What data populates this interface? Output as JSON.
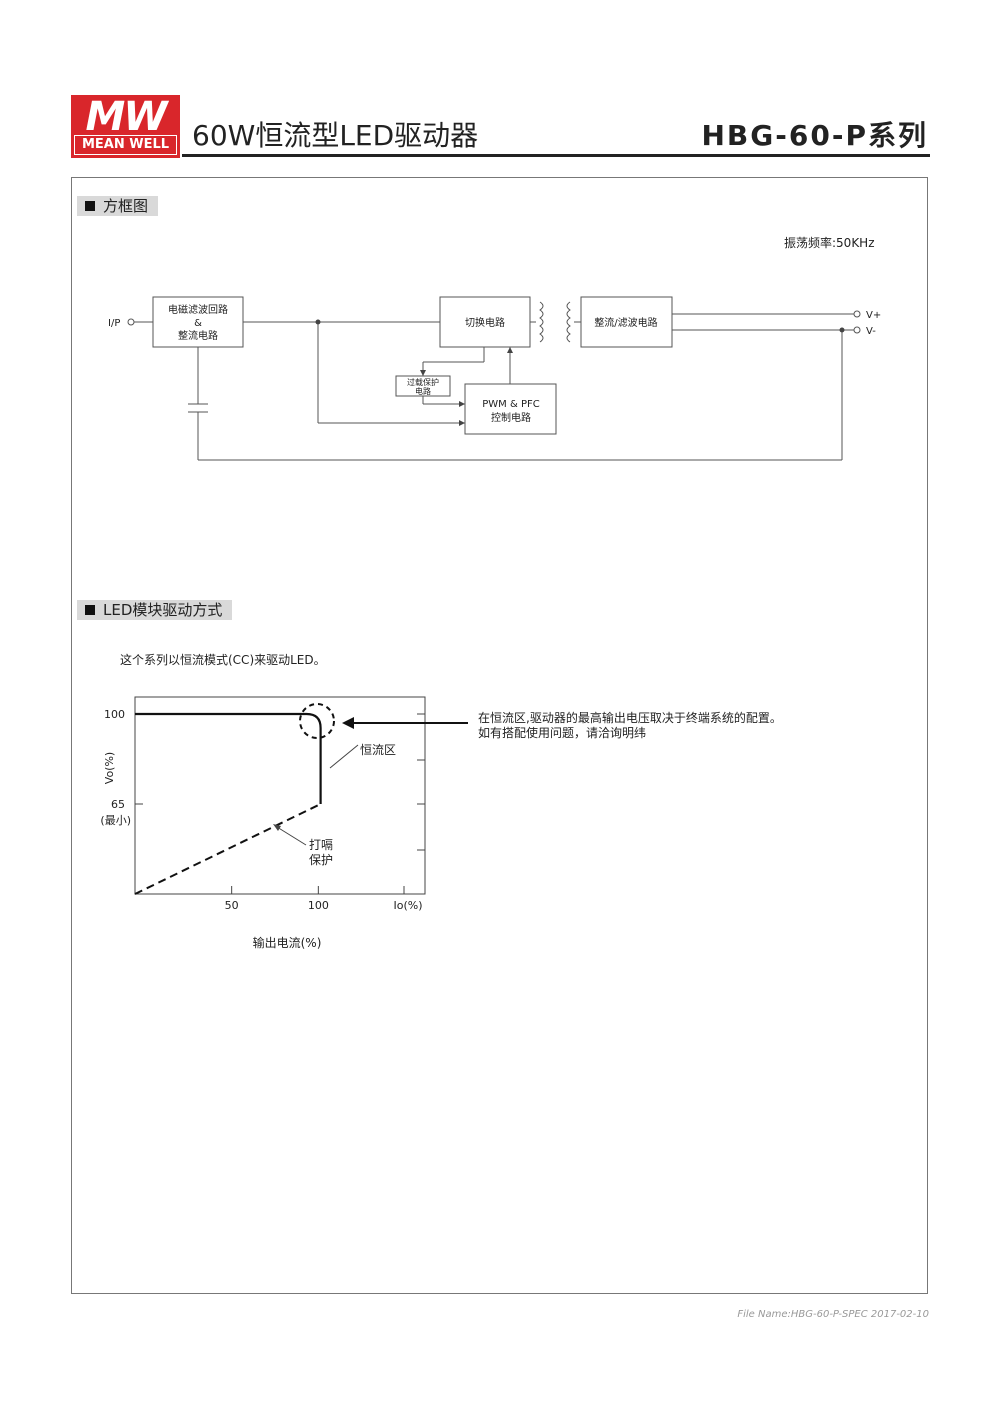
{
  "header": {
    "logo_mark": "MW",
    "logo_text": "MEAN WELL",
    "title": "60W恒流型LED驱动器",
    "series": "HBG-60-P系列"
  },
  "block_diagram": {
    "heading": "方框图",
    "frequency_note": "振荡频率:50KHz",
    "input_label": "I/P",
    "emi_block": [
      "电磁滤波回路",
      "&",
      "整流电路"
    ],
    "switch_block": "切换电路",
    "rectifier_block": "整流/滤波电路",
    "ovp_block": [
      "过载保护",
      "电路"
    ],
    "pwm_block": [
      "PWM & PFC",
      "控制电路"
    ],
    "vplus": "V+",
    "vminus": "V-"
  },
  "led_drive": {
    "heading": "LED模块驱动方式",
    "intro": "这个系列以恒流模式(CC)来驱动LED。",
    "callout_line1": "在恒流区,驱动器的最高输出电压取决于终端系统的配置。",
    "callout_line2": "如有搭配使用问题，请洽询明纬"
  },
  "chart_data": {
    "type": "line",
    "xlabel": "输出电流(%)",
    "ylabel": "Vo(%)",
    "x_axis_unit_label": "Io(%)",
    "x_ticks": [
      50,
      100
    ],
    "y_ticks": [
      {
        "value": 100,
        "label": "100"
      },
      {
        "value": 65,
        "label": "65",
        "sublabel": "(最小)"
      }
    ],
    "xlim": [
      0,
      150
    ],
    "ylim": [
      30,
      100
    ],
    "series": [
      {
        "style": "solid",
        "x": [
          0,
          96,
          96
        ],
        "y": [
          100,
          100,
          65
        ]
      },
      {
        "style": "dashed",
        "x": [
          0,
          96
        ],
        "y": [
          30,
          65
        ]
      }
    ],
    "annotations": [
      {
        "text": "恒流区"
      },
      {
        "text": "打嗝",
        "text2": "保护"
      }
    ]
  },
  "footer": "File Name:HBG-60-P-SPEC   2017-02-10"
}
